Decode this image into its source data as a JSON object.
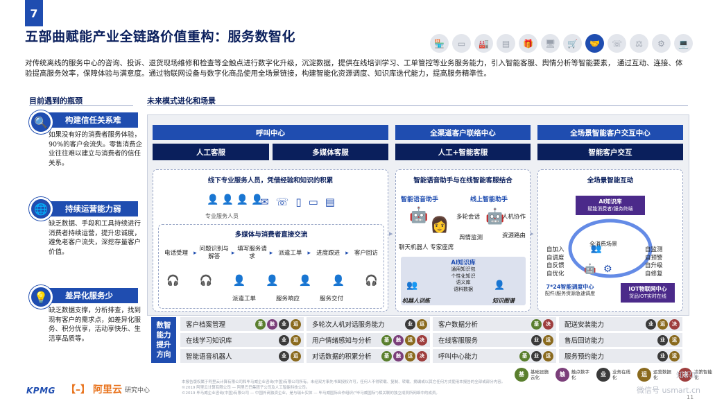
{
  "page": {
    "number": "7",
    "title": "五部曲赋能产业全链路价值重构：服务数智化",
    "intro": "对传统离线的服务中心的咨询、投诉、退货现场维修和检查等全触点进行数字化升级，沉淀数据，提供在线培训学习、工单管控等业务服务能力，引入智能客服、舆情分析等智能要素， 通过互动、连接、体验提高服务效率，保障体验与满意度。通过物联网设备与数字化商品使用全场景链接，构建智能化资源调度、知识库迭代能力，提高服务精準性。"
  },
  "nav_icons": [
    "store-icon",
    "tablet-icon",
    "factory-icon",
    "server-icon",
    "gift-icon",
    "monitor-icon",
    "cart-icon",
    "handshake-icon",
    "phone-icon",
    "scale-icon",
    "network-icon",
    "laptop-icon"
  ],
  "nav_active_index": 7,
  "sections": {
    "left": "目前遇到的瓶颈",
    "right": "未来模式进化和场景"
  },
  "pains": [
    {
      "icon": "search-icon",
      "title": "构建信任关系难",
      "text": "如果没有好的消费者服务体验，90%的客户会流失。零售消费企业往往难以建立与消费者的信任关系。"
    },
    {
      "icon": "globe-icon",
      "title": "持续运营能力弱",
      "text": "缺乏数据、手段和工具持续进行消费者持续运营，提升忠诚度，避免老客户流失，深挖存量客户价值。"
    },
    {
      "icon": "lightbulb-icon",
      "title": "差异化服务少",
      "text": "缺乏数据支撑，分析排查，找到现有客户的需求点，如差异化服务、积分优享，活动享快乐、生活享品质等。"
    }
  ],
  "stage1": {
    "header": "呼叫中心",
    "sub1": "人工客服",
    "sub2": "多媒体客服",
    "panel_title": "线下专业服务人员，凭借经验和知识的积累",
    "staff_label": "专业服务人员",
    "media_title": "多媒体与消费者直接交流",
    "flow": [
      "电话受理",
      "问题识别与解答",
      "填写服务请求",
      "派遣工单",
      "进度跟进",
      "客户回访"
    ],
    "actions": [
      "派遣工单",
      "服务响应",
      "服务交付"
    ]
  },
  "stage2": {
    "header": "全渠道客户联络中心",
    "sub": "人工+智能客服",
    "panel_title": "智能语音助手与在线智能客服结合",
    "voice": "智能语音助手",
    "online": "线上智能助手",
    "labels": [
      "多轮会话",
      "人机协作",
      "舆情监测",
      "资源路由"
    ],
    "agents": "聊天机器人 专家座席",
    "kb_title": "AI知识库",
    "kb_items": [
      "通用知识包",
      "个性化知识",
      "语义库",
      "语料数据"
    ],
    "kb_left": "机器人训练",
    "kb_right": "知识图谱"
  },
  "stage3": {
    "header": "全场景智能客户交互中心",
    "sub": "智能客户交互",
    "panel_title": "全场景智能互动",
    "ai_kb": "AI知识库",
    "ai_kb_sub": "赋能消费者/服务终端",
    "center": "全消费场景",
    "left_items": [
      "自加入",
      "自调度",
      "自反馈",
      "自优化"
    ],
    "right_items": [
      "自监测",
      "自预警",
      "自升级",
      "自修复"
    ],
    "dispatch_title": "7*24智能调度中心",
    "dispatch_sub": "配件/服务资源急速调度",
    "iot_title": "IOT物联网中心",
    "iot_sub": "货品IOT实时在线"
  },
  "matrix": {
    "label": "数智能力提升方向",
    "rows": [
      [
        {
          "text": "客户档案管理",
          "badges": [
            "基",
            "触",
            "业",
            "运"
          ]
        },
        {
          "text": "多轮次人机对话服务能力",
          "badges": [
            "业",
            "运"
          ]
        },
        {
          "text": "客户数据分析",
          "badges": [
            "基",
            "决"
          ]
        },
        {
          "text": "配送安装能力",
          "badges": [
            "业",
            "运",
            "决"
          ]
        }
      ],
      [
        {
          "text": "在线学习知识库",
          "badges": [
            "业",
            "运"
          ]
        },
        {
          "text": "用户情绪感知与分析",
          "badges": [
            "基",
            "触",
            "运",
            "决"
          ]
        },
        {
          "text": "在线客服服务",
          "badges": [
            "业",
            "运"
          ]
        },
        {
          "text": "售后回访能力",
          "badges": [
            "业",
            "运"
          ]
        }
      ],
      [
        {
          "text": "智能语音机器人",
          "badges": [
            "业",
            "运"
          ]
        },
        {
          "text": "对话数据的积累分析",
          "badges": [
            "基",
            "触",
            "运",
            "决"
          ]
        },
        {
          "text": "呼叫中心能力",
          "badges": [
            "基",
            "业",
            "运"
          ]
        },
        {
          "text": "服务预约能力",
          "badges": [
            "业",
            "运"
          ]
        }
      ]
    ]
  },
  "legend": [
    {
      "badge": "基",
      "text": "基础设施云化"
    },
    {
      "badge": "触",
      "text": "触点数字化"
    },
    {
      "badge": "业",
      "text": "业务在线化"
    },
    {
      "badge": "运",
      "text": "运营数据化"
    },
    {
      "badge": "决",
      "text": "决策智能化"
    }
  ],
  "badge_colors": {
    "基": "#5a7f2e",
    "触": "#7b3f7a",
    "业": "#3a3a3a",
    "运": "#8a6a1e",
    "决": "#9e3e3e"
  },
  "footer": {
    "kpmg": "KPMG",
    "ali": "阿里云",
    "ali_sub": "研究中心",
    "line1": "本报告版权属于阿里云计算有限公司和毕马威企业咨询(中国)有限公司所有。未经双方事先书面授权许可，任何人不得转载、复制、转载、摘编或以其它任何方式使用本报告的全部或部分内容。",
    "line2": "©2019 阿里云计算有限公司 — 阿里巴巴集团子公司及人工智能科技公司。",
    "line3": "©2019 毕马威企业咨询(中国)有限公司 — 中国外商独资企业，是与瑞士实体 — 毕马威国际合作组织(\"毕马威国际\")相关联的独立成员所网络中的成员。",
    "watermark": "知识库",
    "watermark2": "微信号 usmart.cn",
    "page_mark": "11"
  }
}
